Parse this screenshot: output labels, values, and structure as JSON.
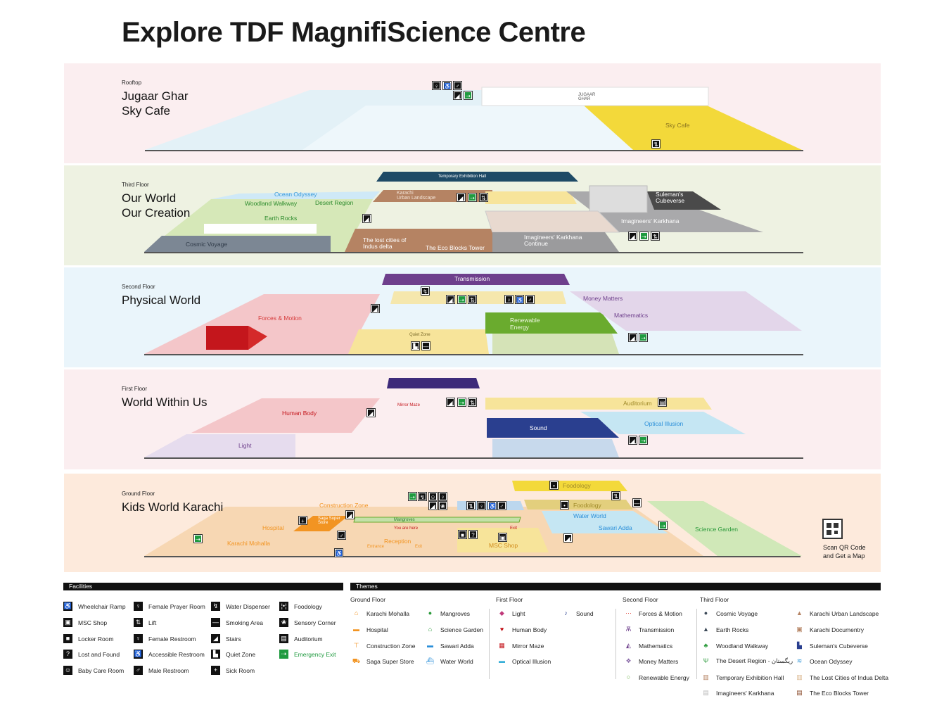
{
  "title": "Explore TDF MagnifiScience Centre",
  "colors": {
    "rooftop_bg": "#fbeef0",
    "third_bg": "#eef2e2",
    "second_bg": "#eaf5fb",
    "first_bg": "#fbeef0",
    "ground_bg": "#fdeadc",
    "emergency": "#1f9a3f"
  },
  "floors": {
    "rooftop": {
      "level": "Rooftop",
      "name1": "Jugaar Ghar",
      "name2": "Sky Cafe",
      "zones": {
        "jugaar_logo": "JUGAAR GHAR",
        "sky_cafe": "Sky Cafe"
      }
    },
    "third": {
      "level": "Third Floor",
      "name1": "Our World",
      "name2": "Our Creation",
      "zones": {
        "ocean_odyssey": "Ocean Odyssey",
        "woodland_walkway": "Woodland Walkway",
        "desert_region": "Desert Region",
        "earth_rocks": "Earth Rocks",
        "cosmic_voyage": "Cosmic Voyage",
        "temp_hall": "Temporary Exhibition Hall",
        "karachi_urban_1": "Karachi",
        "karachi_urban_2": "Urban Landscape",
        "lost_cities_1": "The lost cities of",
        "lost_cities_2": "Indus delta",
        "eco_blocks": "The Eco Blocks Tower",
        "karkhana_cont_1": "Imagineers' Karkhana",
        "karkhana_cont_2": "Continue",
        "karkhana": "Imagineers' Karkhana",
        "cubeverse_1": "Suleman's",
        "cubeverse_2": "Cubeverse"
      }
    },
    "second": {
      "level": "Second Floor",
      "name1": "Physical World",
      "zones": {
        "transmission": "Transmission",
        "forces_motion": "Forces & Motion",
        "quiet_zone": "Quiet Zone",
        "renewable_1": "Renewable",
        "renewable_2": "Energy",
        "money_matters": "Money Matters",
        "mathematics": "Mathematics"
      }
    },
    "first": {
      "level": "First Floor",
      "name1": "World Within Us",
      "zones": {
        "mirror_maze": "Mirror Maze",
        "human_body": "Human Body",
        "light": "Light",
        "auditorium": "Auditorium",
        "optical_illusion": "Optical Illusion",
        "sound": "Sound"
      }
    },
    "ground": {
      "level": "Ground Floor",
      "name1": "Kids World Karachi",
      "zones": {
        "construction_zone": "Construction Zone",
        "hospital": "Hospital",
        "karachi_mohalla": "Karachi Mohalla",
        "saga_1": "Saga Super",
        "saga_2": "Store",
        "mangroves": "Mangroves",
        "you_are_here": "You are here",
        "reception": "Reception",
        "entrance": "Entrance",
        "exit1": "Exit",
        "exit2": "Exit",
        "msc_shop": "MSC Shop",
        "foodology_top": "Foodology",
        "foodology": "Foodology",
        "water_world": "Water World",
        "sawari_adda": "Sawari Adda",
        "science_garden": "Science Garden"
      }
    }
  },
  "qr": {
    "line1": "Scan QR Code",
    "line2": "and Get a Map"
  },
  "legend": {
    "facilities_title": "Facilities",
    "themes_title": "Themes",
    "facilities": [
      [
        {
          "icon": "wheelchair-icon",
          "glyph": "♿",
          "label": "Wheelchair Ramp"
        },
        {
          "icon": "shop-icon",
          "glyph": "▣",
          "label": "MSC Shop"
        },
        {
          "icon": "locker-icon",
          "glyph": "■",
          "label": "Locker Room"
        },
        {
          "icon": "lost-found-icon",
          "glyph": "?",
          "label": "Lost and Found"
        },
        {
          "icon": "baby-care-icon",
          "glyph": "☺",
          "label": "Baby Care Room"
        }
      ],
      [
        {
          "icon": "prayer-icon",
          "glyph": "♀",
          "label": "Female Prayer Room"
        },
        {
          "icon": "lift-icon",
          "glyph": "⇅",
          "label": "Lift"
        },
        {
          "icon": "female-restroom-icon",
          "glyph": "♀",
          "label": "Female Restroom"
        },
        {
          "icon": "accessible-restroom-icon",
          "glyph": "♿",
          "label": "Accessible Restroom"
        },
        {
          "icon": "male-restroom-icon",
          "glyph": "♂",
          "label": "Male Restroom"
        }
      ],
      [
        {
          "icon": "water-dispenser-icon",
          "glyph": "↯",
          "label": "Water Dispenser"
        },
        {
          "icon": "smoking-icon",
          "glyph": "—",
          "label": "Smoking Area"
        },
        {
          "icon": "stairs-icon",
          "glyph": "◢",
          "label": "Stairs"
        },
        {
          "icon": "quiet-zone-icon",
          "glyph": "▙",
          "label": "Quiet Zone"
        },
        {
          "icon": "sick-room-icon",
          "glyph": "+",
          "label": "Sick Room"
        }
      ],
      [
        {
          "icon": "foodology-icon",
          "glyph": "¦•¦",
          "label": "Foodology"
        },
        {
          "icon": "sensory-icon",
          "glyph": "❀",
          "label": "Sensory Corner"
        },
        {
          "icon": "auditorium-icon",
          "glyph": "▤",
          "label": "Auditorium"
        },
        {
          "icon": "emergency-exit-icon",
          "glyph": "⇢",
          "label": "Emergency Exit",
          "green": true
        }
      ]
    ],
    "themes": [
      {
        "heading": "Ground Floor",
        "columns": [
          [
            {
              "icon": "karachi-mohalla-icon",
              "glyph": "⌂",
              "color": "#f29422",
              "label": "Karachi Mohalla"
            },
            {
              "icon": "hospital-icon",
              "glyph": "▬",
              "color": "#f29422",
              "label": "Hospital"
            },
            {
              "icon": "construction-icon",
              "glyph": "⊤",
              "color": "#f29422",
              "label": "Construction Zone"
            },
            {
              "icon": "cart-icon",
              "glyph": "⛟",
              "color": "#f29422",
              "label": "Saga Super Store"
            }
          ],
          [
            {
              "icon": "mangroves-icon",
              "glyph": "●",
              "color": "#2a9a3a",
              "label": "Mangroves"
            },
            {
              "icon": "science-garden-icon",
              "glyph": "⌂",
              "color": "#2a9a3a",
              "label": "Science Garden"
            },
            {
              "icon": "truck-icon",
              "glyph": "▬",
              "color": "#2b8fd9",
              "label": "Sawari Adda"
            },
            {
              "icon": "boat-icon",
              "glyph": "⛴",
              "color": "#2b8fd9",
              "label": "Water World"
            }
          ]
        ]
      },
      {
        "heading": "First Floor",
        "columns": [
          [
            {
              "icon": "light-icon",
              "glyph": "◆",
              "color": "#c0397a",
              "label": "Light"
            },
            {
              "icon": "heart-icon",
              "glyph": "♥",
              "color": "#c4161c",
              "label": "Human Body"
            },
            {
              "icon": "mirror-maze-icon",
              "glyph": "▦",
              "color": "#c4161c",
              "label": "Mirror Maze"
            },
            {
              "icon": "optical-illusion-icon",
              "glyph": "▬",
              "color": "#3ab0d8",
              "label": "Optical Illusion"
            }
          ],
          [
            {
              "icon": "guitar-icon",
              "glyph": "♪",
              "color": "#2a3f8f",
              "label": "Sound"
            }
          ]
        ]
      },
      {
        "heading": "Second Floor",
        "columns": [
          [
            {
              "icon": "forces-motion-icon",
              "glyph": "⋯",
              "color": "#e0443a",
              "label": "Forces & Motion"
            },
            {
              "icon": "transmission-icon",
              "glyph": "Ѫ",
              "color": "#6e3f8c",
              "label": "Transmission"
            },
            {
              "icon": "mathematics-icon",
              "glyph": "◭",
              "color": "#6e3f8c",
              "label": "Mathematics"
            },
            {
              "icon": "money-icon",
              "glyph": "❖",
              "color": "#8a6aa8",
              "label": "Money Matters"
            },
            {
              "icon": "renewable-icon",
              "glyph": "○",
              "color": "#5aa832",
              "label": "Renewable Energy"
            }
          ]
        ]
      },
      {
        "heading": "Third Floor",
        "columns": [
          [
            {
              "icon": "planet-icon",
              "glyph": "●",
              "color": "#3c4a58",
              "label": "Cosmic Voyage"
            },
            {
              "icon": "rocks-icon",
              "glyph": "▲",
              "color": "#3c4a58",
              "label": "Earth Rocks"
            },
            {
              "icon": "tree-icon",
              "glyph": "♣",
              "color": "#2a9a3a",
              "label": "Woodland Walkway"
            },
            {
              "icon": "cactus-icon",
              "glyph": "Ψ",
              "color": "#2a9a3a",
              "label": "The Desert Region - ریگستان"
            },
            {
              "icon": "exhibition-icon",
              "glyph": "▥",
              "color": "#b58363",
              "label": "Temporary Exhibition Hall"
            },
            {
              "icon": "karkhana-icon",
              "glyph": "▤",
              "color": "#b8b8b8",
              "label": "Imagineers' Karkhana"
            }
          ],
          [
            {
              "icon": "urban-landscape-icon",
              "glyph": "▲",
              "color": "#b58363",
              "label": "Karachi Urban Landscape"
            },
            {
              "icon": "documentary-icon",
              "glyph": "▣",
              "color": "#b58363",
              "label": "Karachi Documentry"
            },
            {
              "icon": "cubeverse-icon",
              "glyph": "▙",
              "color": "#2a3f8f",
              "label": "Suleman's Cubeverse"
            },
            {
              "icon": "ocean-icon",
              "glyph": "≋",
              "color": "#3a9ad9",
              "label": "Ocean Odyssey"
            },
            {
              "icon": "lost-cities-icon",
              "glyph": "▥",
              "color": "#d9b48a",
              "label": "The Lost Cities of Indua Delta"
            },
            {
              "icon": "eco-blocks-icon",
              "glyph": "▤",
              "color": "#8a4a2a",
              "label": "The Eco Blocks Tower"
            }
          ]
        ]
      }
    ]
  }
}
